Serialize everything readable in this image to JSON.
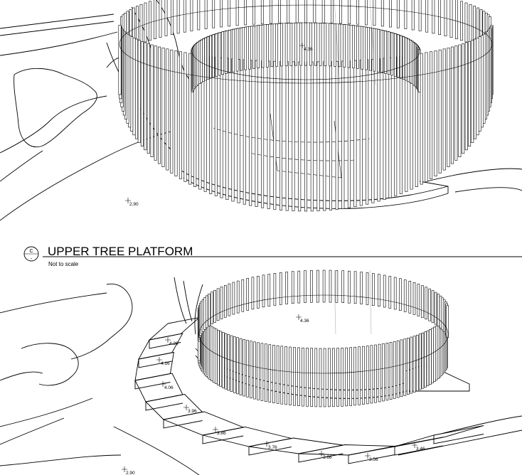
{
  "title_block": {
    "ref_letter": "C",
    "ref_sub": "-",
    "title": "UPPER TREE PLATFORM",
    "scale_note": "Not to scale"
  },
  "upper_view": {
    "levels": [
      "4.36",
      "2.90"
    ]
  },
  "lower_view": {
    "levels": [
      "4.36",
      "4.26",
      "4.16",
      "4.06",
      "3.96",
      "3.86",
      "3.76",
      "3.66",
      "3.56",
      "3.46",
      "2.90"
    ]
  }
}
